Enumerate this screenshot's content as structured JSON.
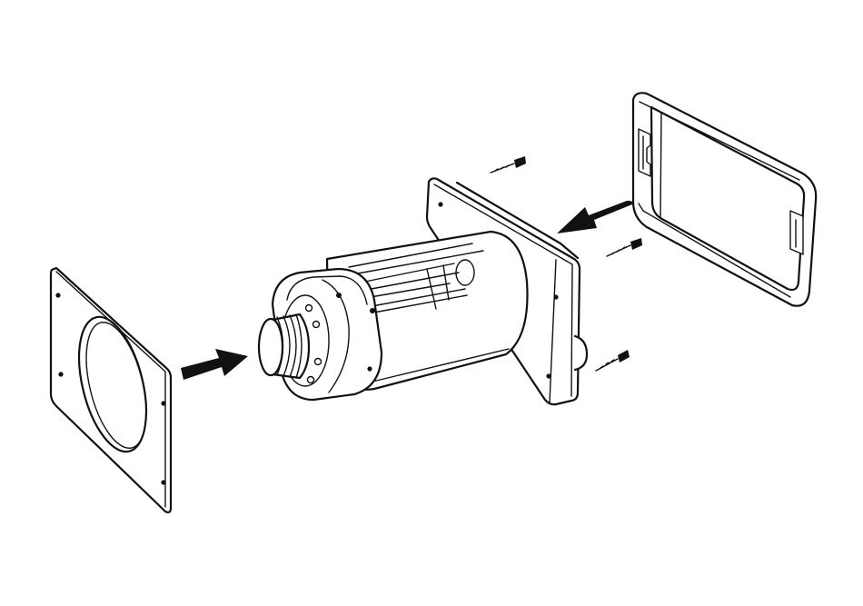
{
  "figure": {
    "background": "#ffffff",
    "line_color": "#111111",
    "parts": [
      "gasket-plate",
      "motor-housing",
      "trim-frame",
      "mounting-screw",
      "assembly-arrow"
    ],
    "screw_count": 3,
    "arrow_count": 2
  }
}
